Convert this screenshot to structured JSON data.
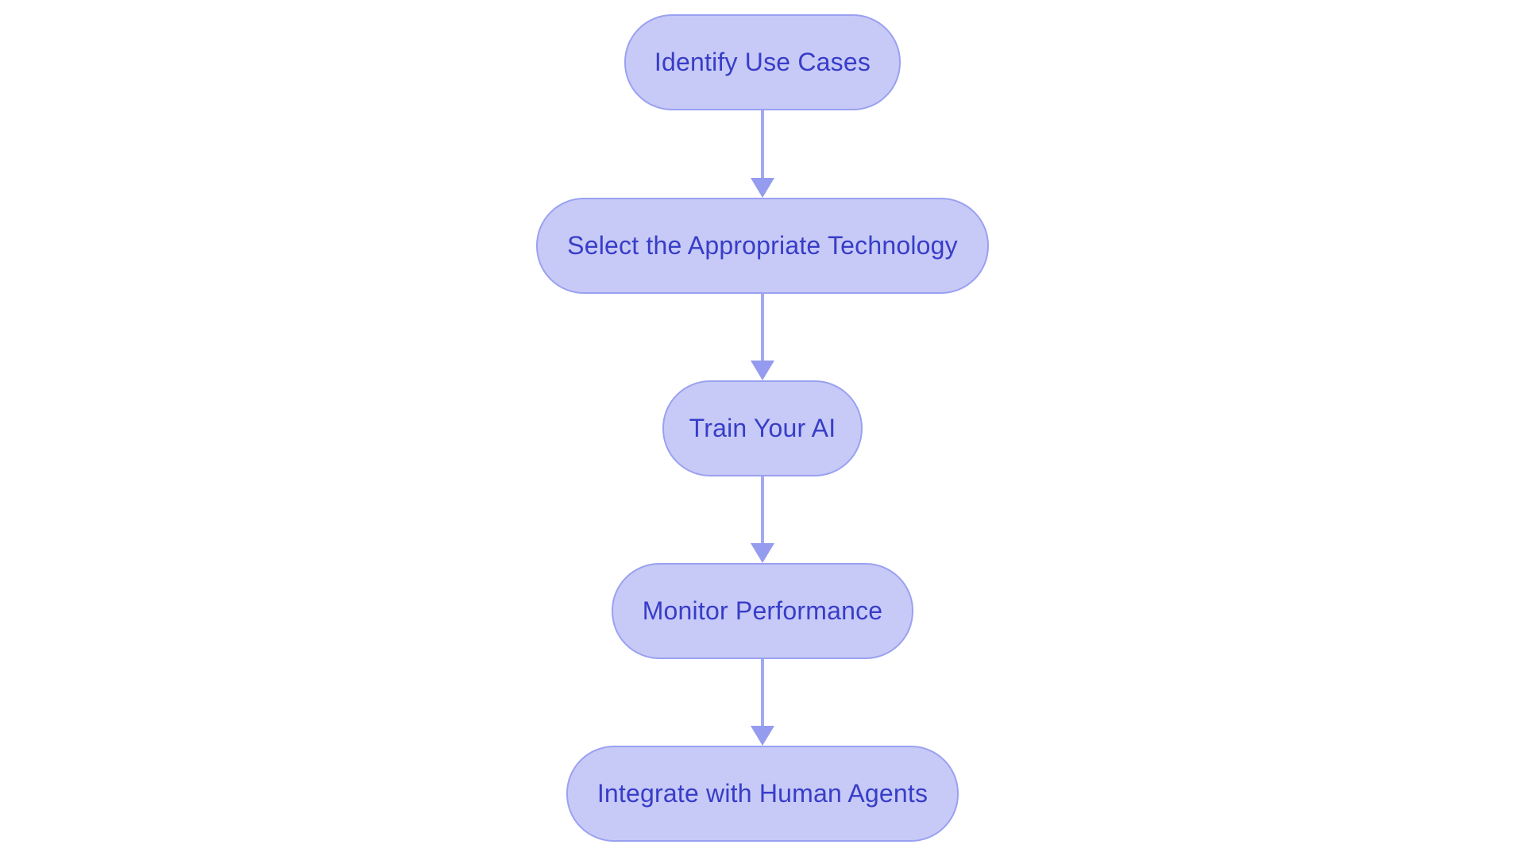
{
  "diagram": {
    "type": "flowchart",
    "direction": "top-down",
    "nodes": [
      {
        "id": "identify-use-cases",
        "label": "Identify Use Cases"
      },
      {
        "id": "select-technology",
        "label": "Select the Appropriate Technology"
      },
      {
        "id": "train-ai",
        "label": "Train Your AI"
      },
      {
        "id": "monitor-performance",
        "label": "Monitor Performance"
      },
      {
        "id": "integrate-human-agents",
        "label": "Integrate with Human Agents"
      }
    ],
    "edges": [
      {
        "from": "identify-use-cases",
        "to": "select-technology"
      },
      {
        "from": "select-technology",
        "to": "train-ai"
      },
      {
        "from": "train-ai",
        "to": "monitor-performance"
      },
      {
        "from": "monitor-performance",
        "to": "integrate-human-agents"
      }
    ],
    "colors": {
      "node_fill": "#c7caf7",
      "node_border": "#9aa1f0",
      "node_text": "#383dc7",
      "arrow_shaft": "#a3a8f2",
      "arrow_head": "#959bee",
      "background": "#ffffff"
    }
  }
}
